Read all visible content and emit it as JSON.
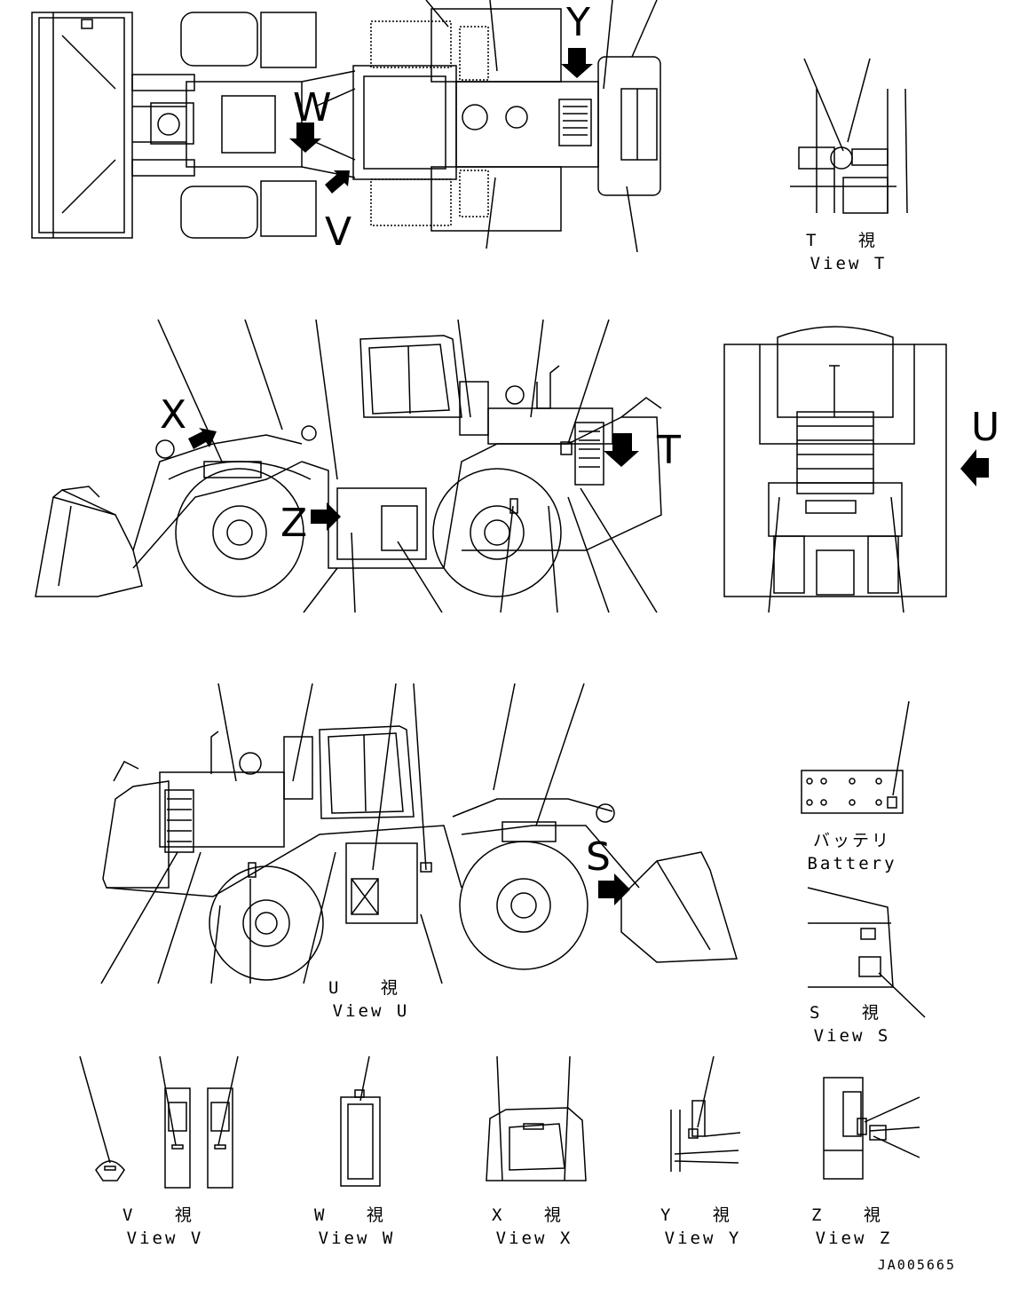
{
  "document_id": "JA005665",
  "views": {
    "T": {
      "jp": "T 視",
      "en": "View T"
    },
    "U": {
      "jp": "U 視",
      "en": "View U"
    },
    "S": {
      "jp": "S 視",
      "en": "View S"
    },
    "V": {
      "jp": "V 視",
      "en": "View V"
    },
    "W": {
      "jp": "W 視",
      "en": "View W"
    },
    "X": {
      "jp": "X 視",
      "en": "View X"
    },
    "Y": {
      "jp": "Y 視",
      "en": "View Y"
    },
    "Z": {
      "jp": "Z 視",
      "en": "View Z"
    }
  },
  "battery": {
    "jp": "バッテリ",
    "en": "Battery"
  },
  "arrow_labels": {
    "W": "W",
    "V": "V",
    "Y": "Y",
    "X": "X",
    "Z": "Z",
    "T": "T",
    "U": "U",
    "S": "S"
  },
  "line_color": "#000000"
}
